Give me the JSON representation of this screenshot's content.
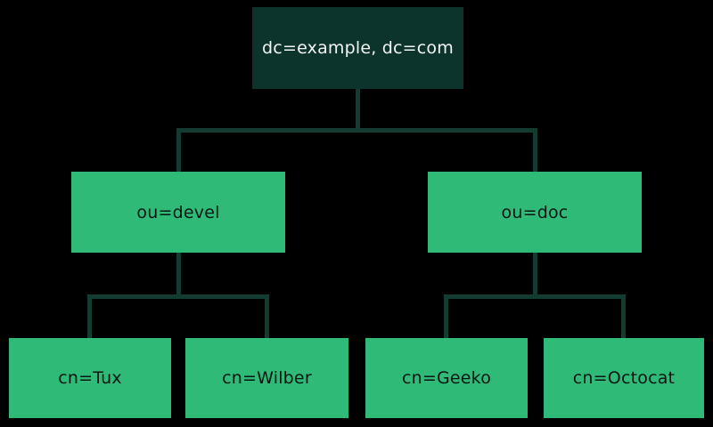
{
  "diagram": {
    "type": "ldap-directory-tree",
    "colors": {
      "background": "#000000",
      "root_fill": "#0d342c",
      "root_text": "#f2f5f3",
      "node_fill": "#30ba78",
      "node_text": "#081611",
      "connector": "#123c32"
    },
    "tree": {
      "root": {
        "label": "dc=example, dc=com"
      },
      "branches": [
        {
          "label": "ou=devel",
          "children": [
            {
              "label": "cn=Tux"
            },
            {
              "label": "cn=Wilber"
            }
          ]
        },
        {
          "label": "ou=doc",
          "children": [
            {
              "label": "cn=Geeko"
            },
            {
              "label": "cn=Octocat"
            }
          ]
        }
      ]
    }
  }
}
